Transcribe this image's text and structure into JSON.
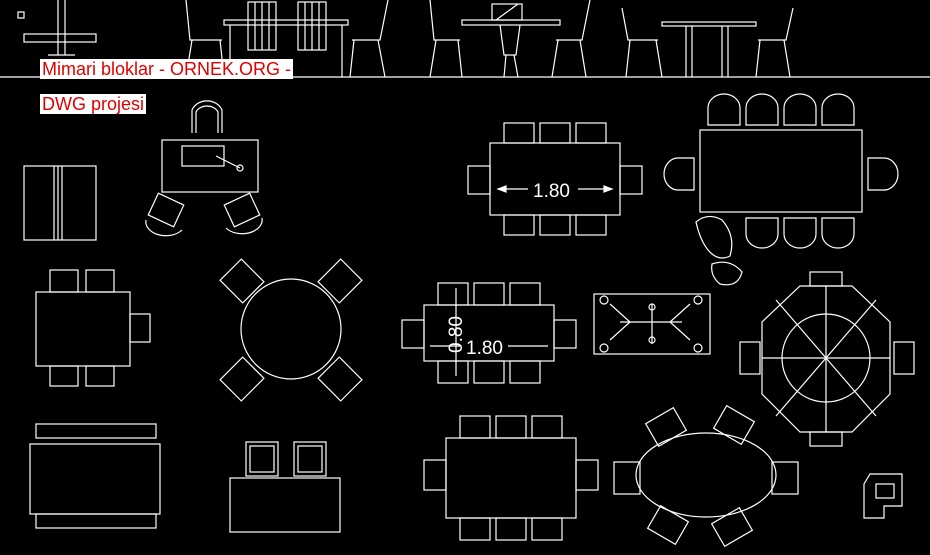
{
  "watermark": {
    "line1": "Mimari bloklar - ORNEK.ORG -",
    "line2": "DWG projesi"
  },
  "dimensions": {
    "table1_length": "1.80",
    "table2_length": "1.80",
    "table2_width": "0.80"
  },
  "colors": {
    "background": "#000000",
    "linework": "#ffffff",
    "watermark_text": "#e00000",
    "watermark_bg": "#ffffff"
  }
}
